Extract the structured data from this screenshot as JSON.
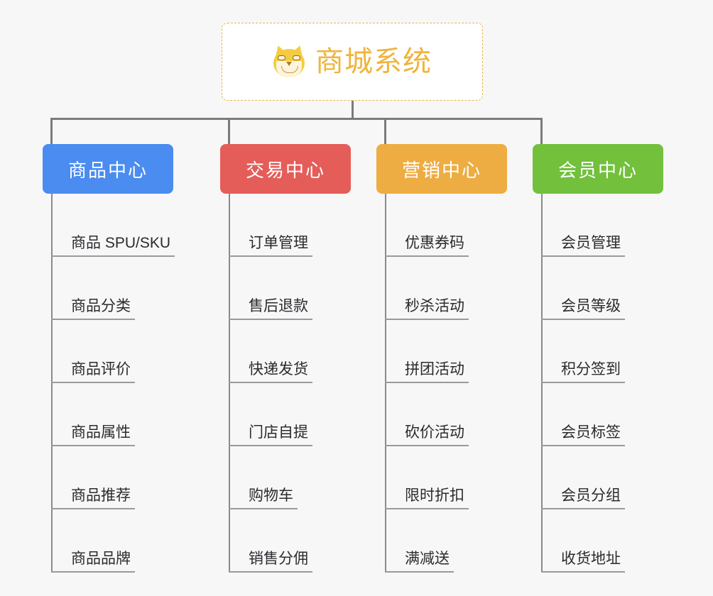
{
  "diagram": {
    "type": "mindmap",
    "background_color": "#f7f7f7",
    "root": {
      "title": "商城系统",
      "icon": "shiba-dog-face-icon",
      "text_color": "#efb43c",
      "border_color": "#e8b54a",
      "background_color": "#ffffff"
    },
    "connector_color": "#7b7b7b",
    "branches": [
      {
        "label": "商品中心",
        "color": "#4a8cf0",
        "leaves": [
          "商品 SPU/SKU",
          "商品分类",
          "商品评价",
          "商品属性",
          "商品推荐",
          "商品品牌"
        ]
      },
      {
        "label": "交易中心",
        "color": "#e55d58",
        "leaves": [
          "订单管理",
          "售后退款",
          "快递发货",
          "门店自提",
          "购物车",
          "销售分佣"
        ]
      },
      {
        "label": "营销中心",
        "color": "#edad42",
        "leaves": [
          "优惠券码",
          "秒杀活动",
          "拼团活动",
          "砍价活动",
          "限时折扣",
          "满减送"
        ]
      },
      {
        "label": "会员中心",
        "color": "#72c03c",
        "leaves": [
          "会员管理",
          "会员等级",
          "积分签到",
          "会员标签",
          "会员分组",
          "收货地址"
        ]
      }
    ]
  }
}
